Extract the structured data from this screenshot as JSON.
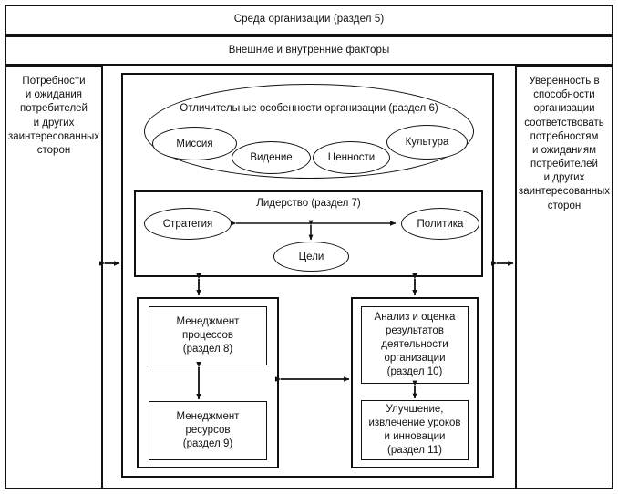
{
  "diagram": {
    "title_band": "Среда организации (раздел 5)",
    "factors_band": "Внешние и внутренние факторы",
    "left_panel": "Потребности\nи ожидания\nпотребителей\nи других\nзаинтересованных\nсторон",
    "right_panel": "Уверенность в\nспособности\nорганизации\nсоответствовать\nпотребностям\nи ожиданиям\nпотребителей\nи других\nзаинтересованных\nсторон",
    "identity": {
      "title": "Отличительные особенности организации (раздел 6)",
      "nodes": [
        {
          "label": "Миссия"
        },
        {
          "label": "Видение"
        },
        {
          "label": "Ценности"
        },
        {
          "label": "Культура"
        }
      ]
    },
    "leadership": {
      "title": "Лидерство (раздел 7)",
      "nodes": [
        {
          "label": "Стратегия"
        },
        {
          "label": "Политика"
        },
        {
          "label": "Цели"
        }
      ]
    },
    "left_group": [
      {
        "label": "Менеджмент\nпроцессов\n(раздел 8)"
      },
      {
        "label": "Менеджмент\nресурсов\n(раздел 9)"
      }
    ],
    "right_group": [
      {
        "label": "Анализ и оценка\nрезультатов\nдеятельности\nорганизации\n(раздел 10)"
      },
      {
        "label": "Улучшение,\nизвлечение уроков\nи инновации\n(раздел 11)"
      }
    ],
    "colors": {
      "stroke": "#111111",
      "background": "#ffffff"
    }
  }
}
